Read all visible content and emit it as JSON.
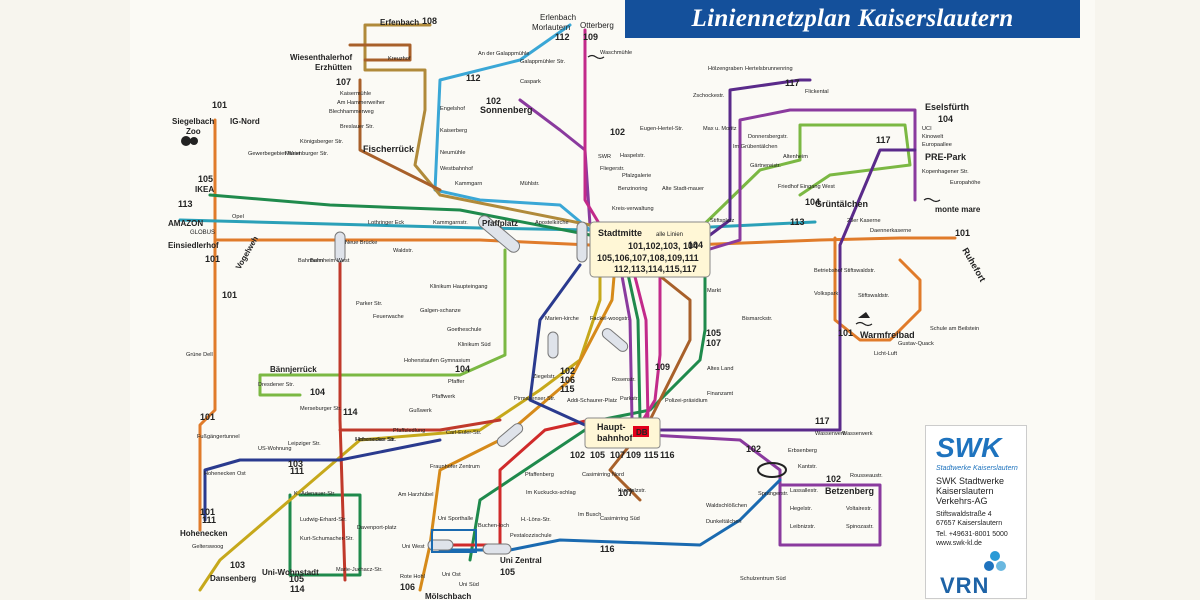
{
  "title": "Liniennetzplan Kaiserslautern",
  "colors": {
    "l101": "#e07b2a",
    "l102": "#8a3a9e",
    "l103": "#c6a81b",
    "l104": "#7bb843",
    "l105": "#1f8a4c",
    "l106": "#d68a1a",
    "l107": "#a8602a",
    "l108": "#b08a3a",
    "l109": "#c22a8a",
    "l111": "#2a3a8e",
    "l112": "#3aa7d6",
    "l113": "#2aa0b8",
    "l114": "#c0392b",
    "l115": "#d02a2a",
    "l116": "#1a6ab0",
    "l117": "#5a2a8a",
    "brand": "#14509b"
  },
  "hubs": {
    "stadtmitte": {
      "name": "Stadtmitte",
      "note": "alle Linien",
      "row1": "101,102,103, 104",
      "row2": "105,106,107,108,109,111",
      "row3": "112,113,114,115,117"
    },
    "hauptbahnhof": {
      "name": "Haupt-",
      "name2": "bahnhof",
      "badge": "DB"
    }
  },
  "districts": {
    "fischerrueck": "Fischerrück",
    "sonnenberg": "Sonnenberg",
    "erfenbach": "Erfenbach",
    "wiesenthalerhof": "Wiesenthalerhof",
    "erzhuetten": "Erzhütten",
    "siegelbach": "Siegelbach",
    "zoo": "Zoo",
    "ig_nord": "IG-Nord",
    "ikea": "IKEA",
    "amazon": "AMAZON",
    "globus": "GLOBUS",
    "einsiedlerhof": "Einsiedlerhof",
    "vogelweh": "Vogelweh",
    "baennjerrueck": "Bännjerrück",
    "gruenetaelchen": "Grüntälchen",
    "eselsfuerth": "Eselsfürth",
    "pre_park": "PRE-Park",
    "monte_mare": "monte mare",
    "ruhefort": "Ruhefort",
    "warmfreibad": "Warmfreibad",
    "betzenberg": "Betzenberg",
    "hohenecken": "Hohenecken",
    "dansenberg": "Dansenberg",
    "uni_wohnstadt": "Uni-Wohnstadt",
    "uni_zentral": "Uni Zentral",
    "moelschbach": "Mölschbach",
    "erlenbach": "Erlenbach",
    "morlautern": "Morlautern",
    "otterberg": "Otterberg",
    "pfaffplatz": "Pfaffplatz"
  },
  "stops": [
    "Kreuzhof",
    "Kaisermühle",
    "Am Hammerweiher",
    "Blechhammerweg",
    "Breslauer Str.",
    "Königsberger Str.",
    "Marienburger Str.",
    "Lothringer Eck",
    "Kammgarnstr.",
    "Apostelkirche",
    "Neue Brücke",
    "Klinikum Haupteingang",
    "Waldstr.",
    "Bahnheim West",
    "Bahnheim",
    "Hohenecker Str.",
    "Parker Str.",
    "Feuerwache",
    "Galgen-schanze",
    "Goetheschule",
    "Klinikum Süd",
    "Hohenstaufen Gymnasium",
    "Pfaffwerk",
    "Pfaffer",
    "Gußwerk",
    "Pfaffsiedlung",
    "Carl-Euler-Str.",
    "Hohenecker Str.",
    "Fußgängertunnel",
    "Grüne Dell",
    "Hohenecken Ost",
    "Gelterswoog",
    "K.-Adenauer-Str.",
    "Ludwig-Erhard-Str.",
    "Kurt-Schumacher-Str.",
    "Davenport-platz",
    "Marie-Juchacz-Str.",
    "Am Harzhübel",
    "Uni Sporthalle",
    "Uni West",
    "Rote Hohl",
    "Uni Süd",
    "Uni Ost",
    "Fraunhofer Zentrum",
    "Pfaffenberg",
    "Im Kuckucks-schlag",
    "Buchen-loch",
    "H.-Löns-Str.",
    "Pestalozzischule",
    "Casimirring Nord",
    "Casimirring Süd",
    "Kurpfalzstr.",
    "Im Busch",
    "Ziegelstr.",
    "Rosenstr.",
    "Parkstr.",
    "Pirmasenser Str.",
    "Addi-Schaurer-Platz",
    "Polizei-präsidium",
    "Finanzamt",
    "Altes Land",
    "Markt",
    "Bismarckstr.",
    "Marien-kirche",
    "Fackel-woogstr.",
    "Engelshof",
    "Kaiserberg",
    "Neumühle",
    "Westbahnhof",
    "Kammgarn",
    "Mühlstr.",
    "Kreis-verwaltung",
    "Benzinoring",
    "Pfalzgalerie",
    "Alte Stadt-mauer",
    "Stiftsplatz",
    "SWR",
    "Haspelstr.",
    "Fliegerstr.",
    "Eugen-Hertel-Str.",
    "Waschmühle",
    "An der Galappmühle",
    "Galappmühler Str.",
    "Caspark",
    "Hölzengraben",
    "Hertelsbrunnenring",
    "Flickental",
    "Zschockestr.",
    "Max u. Moritz",
    "Donnersbergstr.",
    "Im Grübentälchen",
    "Gärtnereistr.",
    "Altenheim",
    "Friedhof Eingang West",
    "UCI",
    "Kinowelt",
    "Europaallee",
    "Kopenhagener Str.",
    "Europahöhe",
    "23er Kaserne",
    "Daennerkaserne",
    "Betriebshof Stiftswaldstr.",
    "Volkspark",
    "Stiftswaldstr.",
    "Schule am Beilstein",
    "Licht-Luft",
    "Gustav-Quack",
    "Wasserwerk",
    "Erbsenberg",
    "Kantstr.",
    "Rousseaustr.",
    "Lassallestr.",
    "Hegelstr.",
    "Leibnizstr.",
    "Voltairestr.",
    "Spinozastr.",
    "Sprangerstr.",
    "Waldschlößchen",
    "Dunkeltälchen",
    "Schulzentrum Süd",
    "Opel",
    "Gewerbegebiet West",
    "Dresdener Str.",
    "Merseburger Str.",
    "Leipziger Str.",
    "US-Wohnung",
    "Wasserwerk"
  ],
  "line_labels": [
    "101",
    "102",
    "103",
    "104",
    "105",
    "106",
    "107",
    "108",
    "109",
    "111",
    "112",
    "113",
    "114",
    "115",
    "116",
    "117"
  ],
  "legend_box": {
    "brand": "SWK",
    "brand_sub": "Stadtwerke Kaiserslautern",
    "org1": "SWK Stadtwerke",
    "org2": "Kaiserslautern",
    "org3": "Verkehrs-AG",
    "addr1": "Stiftswaldstraße 4",
    "addr2": "67657 Kaiserslautern",
    "tel": "Tel. +49631-8001 5000",
    "web": "www.swk-kl.de",
    "vrn": "VRN"
  }
}
